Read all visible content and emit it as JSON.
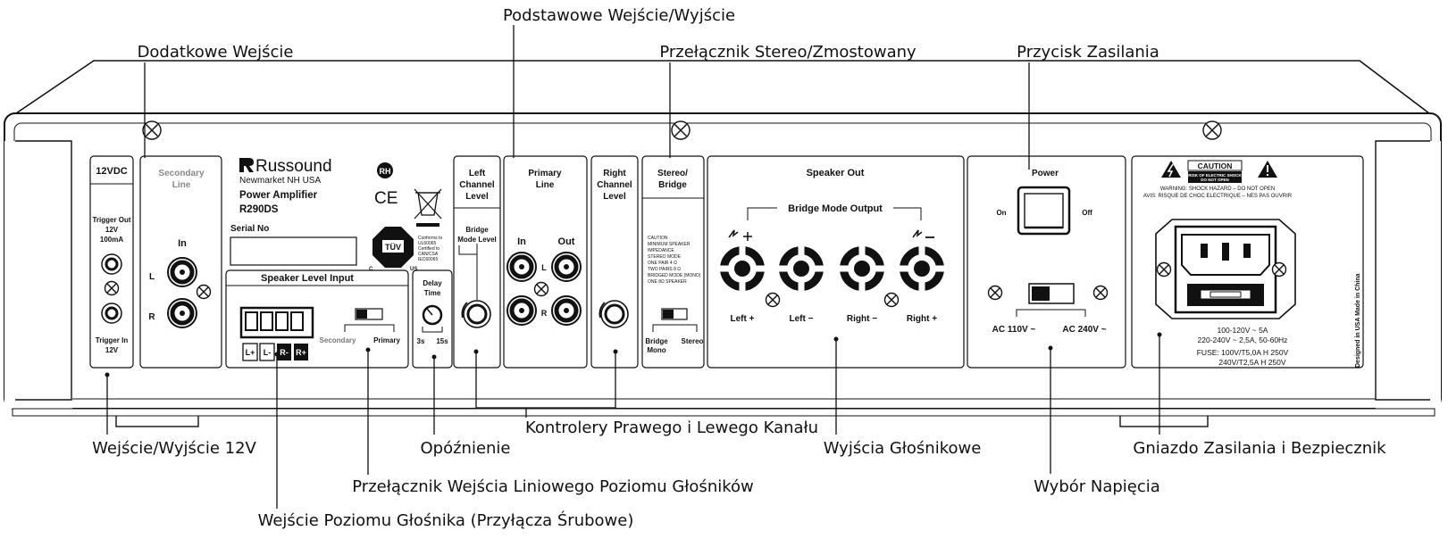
{
  "callouts": {
    "dodatkowe": "Dodatkowe Wejście",
    "podstawowe": "Podstawowe Wejście/Wyjście",
    "przelacznik_stereo": "Przełącznik Stereo/Zmostowany",
    "przycisk": "Przycisk Zasilania",
    "wejscie12v": "Wejście/Wyjście 12V",
    "opoznienie": "Opóźnienie",
    "kontrolery": "Kontrolery Prawego i Lewego Kanału",
    "wyjscia": "Wyjścia Głośnikowe",
    "gniazdo": "Gniazdo Zasilania i Bezpiecznik",
    "przelacznik_wejscia": "Przełącznik Wejścia Liniowego Poziomu Głośników",
    "wybor": "Wybór Napięcia",
    "wejscie_poziomu": "Wejście Poziomu Głośnika (Przyłącza Śrubowe)"
  },
  "panel": {
    "v12": {
      "title": "12VDC",
      "trigger_out": [
        "Trigger Out",
        "12V",
        "100mA"
      ],
      "trigger_in": [
        "Trigger In",
        "12V"
      ]
    },
    "secondary": {
      "title": [
        "Secondary",
        "Line"
      ],
      "in": "In",
      "l": "L",
      "r": "R"
    },
    "brand": {
      "logo": "Russound",
      "city": "Newmarket NH USA",
      "product": "Power Amplifier",
      "model": "R290DS",
      "serial": "Serial No",
      "rh": "RH",
      "ce": "CE",
      "tuv": "TÜV",
      "tuv_c": "C",
      "tuv_us": "US",
      "conform": [
        "Conforms to",
        "UL60065",
        "Certified to",
        "CAN/CSA",
        "IEC60065"
      ]
    },
    "speaker_level": {
      "title": "Speaker Level Input",
      "terminals": [
        "L+",
        "L-",
        "R-",
        "R+"
      ],
      "secondary": "Secondary",
      "primary": "Primary"
    },
    "delay": {
      "title": [
        "Delay",
        "Time"
      ],
      "min": "3s",
      "max": "15s"
    },
    "left_level": {
      "title": [
        "Left",
        "Channel",
        "Level"
      ],
      "bridge": [
        "Bridge",
        "Mode Level"
      ]
    },
    "primary": {
      "title": [
        "Primary",
        "Line"
      ],
      "in": "In",
      "out": "Out",
      "l": "L",
      "r": "R"
    },
    "right_level": {
      "title": [
        "Right",
        "Channel",
        "Level"
      ]
    },
    "stereo_bridge": {
      "title": [
        "Stereo/",
        "Bridge"
      ],
      "caution": [
        "CAUTION",
        "MINIMUM SPEAKER",
        "IMPEDANCE",
        "STEREO MODE",
        "ONE PAIR 4 Ω",
        "TWO PAIRS 8 Ω",
        "BRIDGED MODE (MONO)",
        "ONE 8Ω SPEAKER"
      ],
      "bridge": [
        "Bridge",
        "Mono"
      ],
      "stereo": "Stereo"
    },
    "speaker_out": {
      "title": "Speaker Out",
      "bridge": "Bridge Mode Output",
      "labels": [
        "Left +",
        "Left −",
        "Right −",
        "Right +"
      ]
    },
    "power": {
      "title": "Power",
      "on": "On",
      "off": "Off",
      "ac110": "AC 110V ~",
      "ac240": "AC 240V ~"
    },
    "mains": {
      "caution": "CAUTION",
      "risk": [
        "RISK OF ELECTRIC SHOCK",
        "DO NOT OPEN"
      ],
      "warning": "WARNING: SHOCK HAZARD – DO NOT OPEN",
      "avis": "AVIS: RISQUE DE CHOC ELECTRIQUE – NES PAS OUVRIR",
      "spec": [
        "100-120V ~  5A",
        "220-240V ~ 2,5A, 50-60Hz",
        "FUSE: 100V/T5,0A  H 250V",
        "240V/T2,5A  H 250V"
      ],
      "side": "Designed in USA  Made in China"
    }
  }
}
